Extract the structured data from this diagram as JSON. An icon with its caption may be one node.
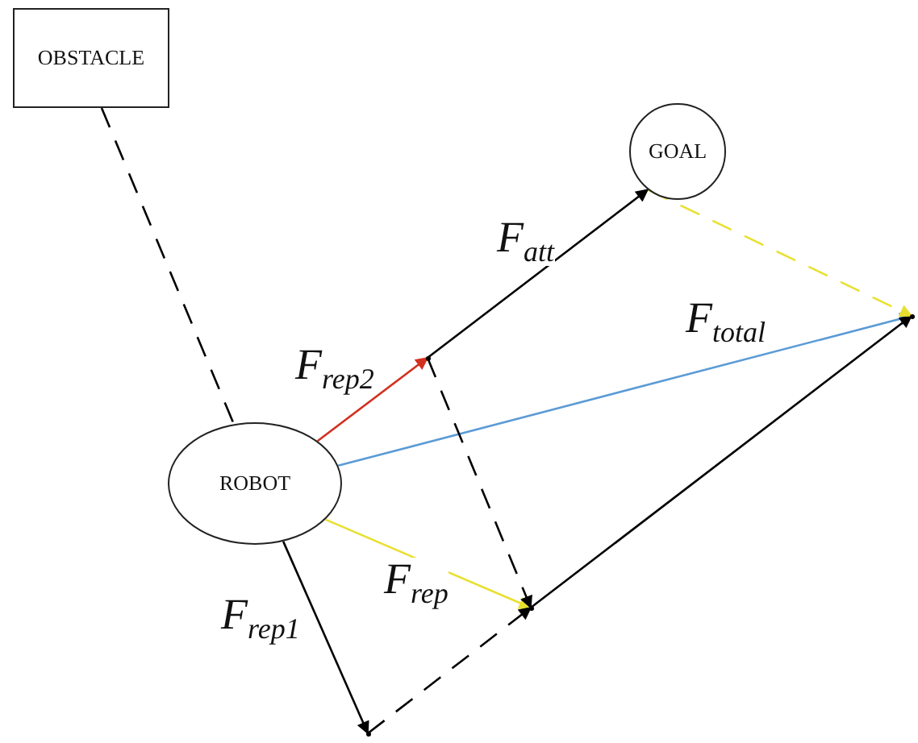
{
  "diagram": {
    "nodes": [
      {
        "text": [
          "OBSTACLE"
        ]
      },
      {
        "text": [
          "GOAL"
        ]
      },
      {
        "text": [
          "ROBOT"
        ]
      },
      {
        "text": [],
        "shape": "point"
      },
      {
        "text": [],
        "shape": "point"
      },
      {
        "text": [],
        "shape": "point"
      },
      {
        "text": [],
        "shape": "point"
      }
    ],
    "edges": [
      {
        "from": 0,
        "to": 2,
        "arrow": "none",
        "style": "dashed"
      },
      {
        "from": 2,
        "to": 3,
        "arrow": "to",
        "label": "F$_{rep2}$",
        "color": "#d2301e"
      },
      {
        "from": 3,
        "to": 1,
        "arrow": "to",
        "label": "F$_{att}$"
      },
      {
        "from": 2,
        "to": 6,
        "arrow": "to",
        "label": "F$_{total}$",
        "color": "#5b9bd5"
      },
      {
        "from": 2,
        "to": 4,
        "arrow": "to",
        "label": "F$_{rep}$",
        "color": "#e8e030"
      },
      {
        "from": 2,
        "to": 5,
        "arrow": "to",
        "label": "F$_{rep1}$"
      },
      {
        "from": 5,
        "to": 4,
        "arrow": "to",
        "style": "dashed"
      },
      {
        "from": 3,
        "to": 4,
        "arrow": "to",
        "style": "dashed"
      },
      {
        "from": 4,
        "to": 6,
        "arrow": "to"
      },
      {
        "from": 1,
        "to": 6,
        "arrow": "to",
        "style": "dashed",
        "color": "#e8e030"
      }
    ]
  }
}
